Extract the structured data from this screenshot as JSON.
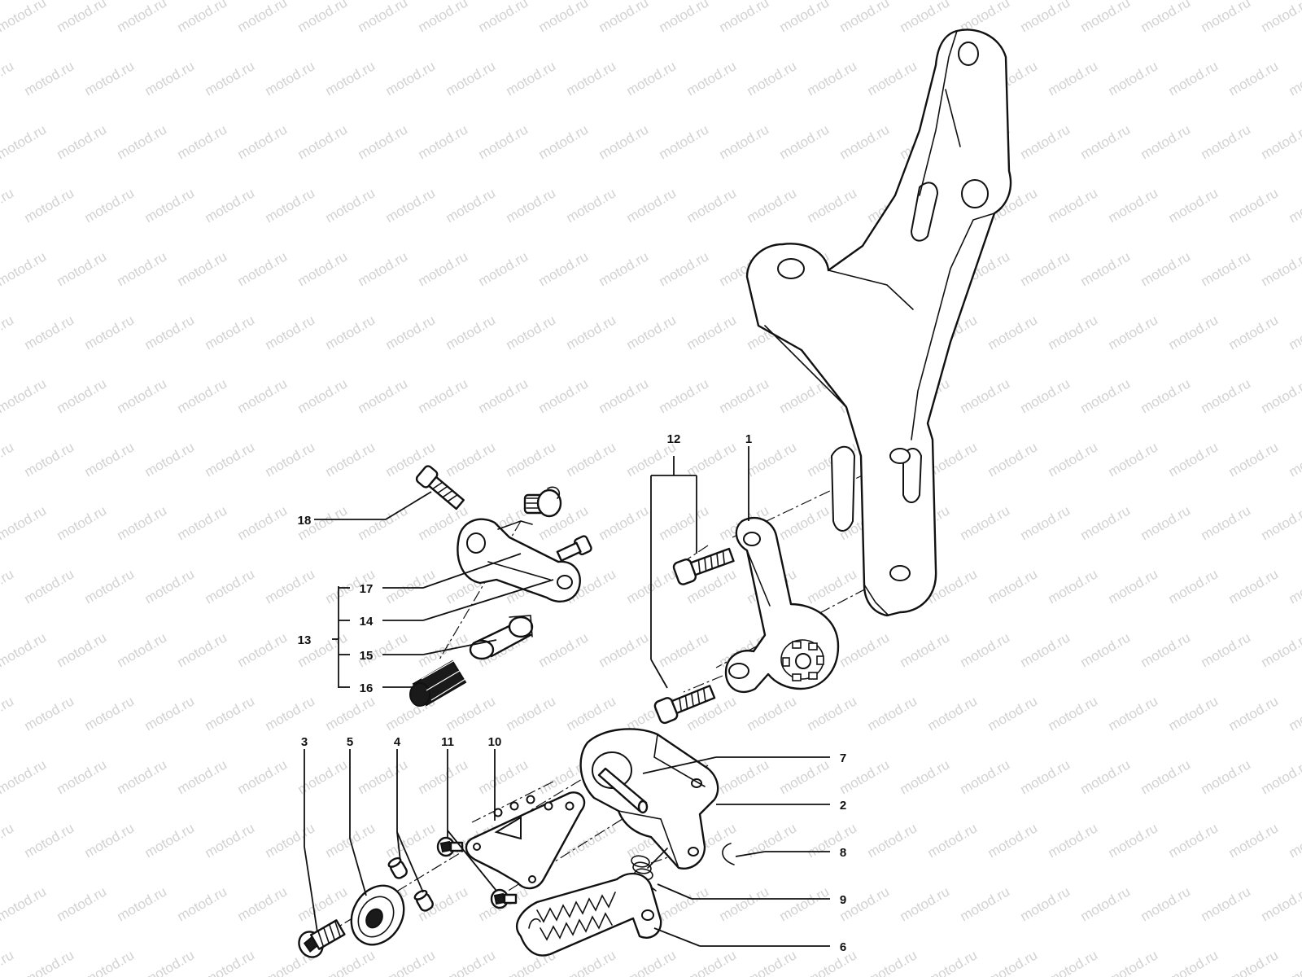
{
  "watermark": {
    "text": "motod.ru",
    "color": "#d2d2d2"
  },
  "callouts": {
    "c1": "1",
    "c2": "2",
    "c3": "3",
    "c4": "4",
    "c5": "5",
    "c6": "6",
    "c7": "7",
    "c8": "8",
    "c9": "9",
    "c10": "10",
    "c11": "11",
    "c12": "12",
    "c13": "13",
    "c14": "14",
    "c15": "15",
    "c16": "16",
    "c17": "17",
    "c18": "18"
  },
  "colors": {
    "line": "#111111",
    "background": "#ffffff"
  }
}
